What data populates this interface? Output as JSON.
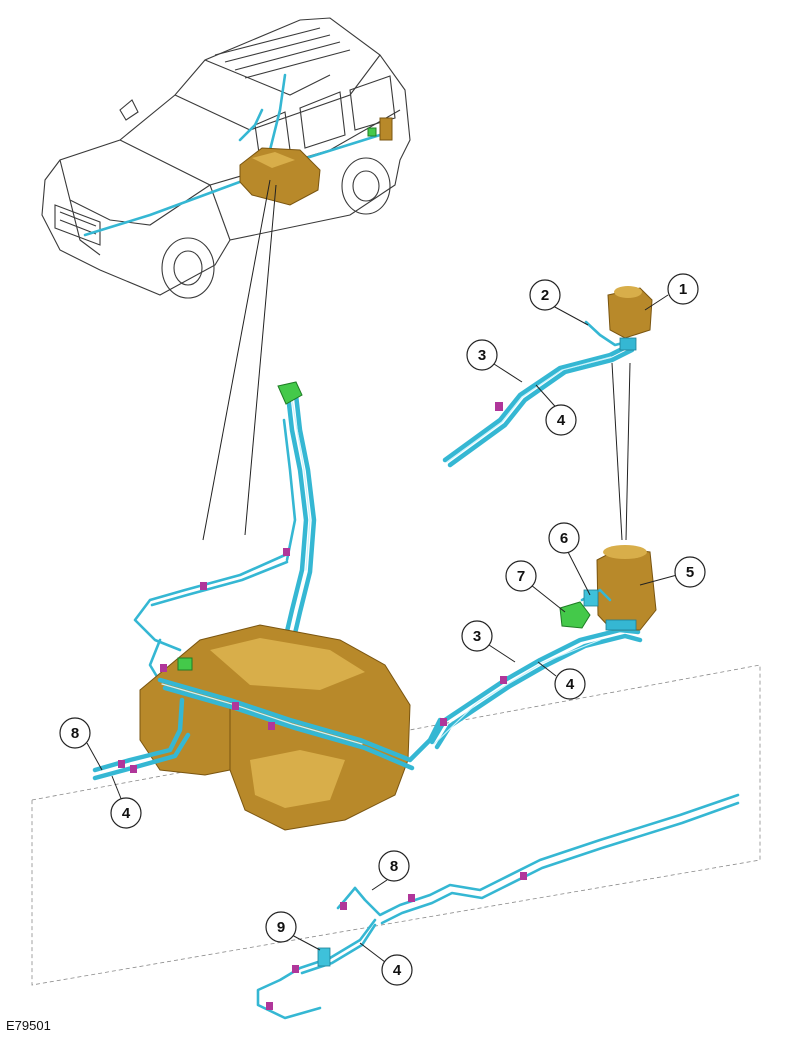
{
  "figure": {
    "reference": "E79501"
  },
  "callouts": [
    {
      "label": "1"
    },
    {
      "label": "2"
    },
    {
      "label": "3"
    },
    {
      "label": "4"
    },
    {
      "label": "5"
    },
    {
      "label": "6"
    },
    {
      "label": "7"
    },
    {
      "label": "3"
    },
    {
      "label": "4"
    },
    {
      "label": "8"
    },
    {
      "label": "4"
    },
    {
      "label": "8"
    },
    {
      "label": "9"
    },
    {
      "label": "4"
    }
  ],
  "colors": {
    "pipe": "#35b7d3",
    "tank": "#b8892a",
    "clip": "#b0369a",
    "valve": "#44c94a"
  }
}
